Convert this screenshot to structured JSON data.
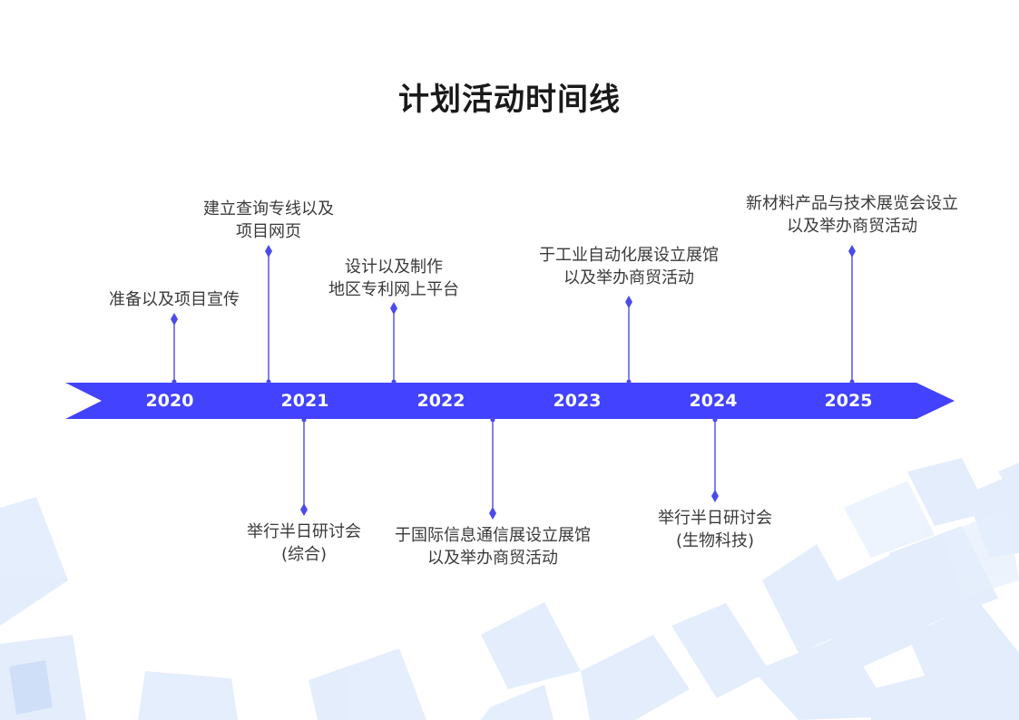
{
  "title": "计划活动时间线",
  "colors": {
    "band": "#4242ff",
    "connector": "#5555ee",
    "text": "#3a3a3a",
    "title": "#1a1a1a"
  },
  "years": [
    "2020",
    "2021",
    "2022",
    "2023",
    "2024",
    "2025"
  ],
  "events": [
    {
      "side": "top",
      "lines": [
        "准备以及项目宣传"
      ]
    },
    {
      "side": "top",
      "lines": [
        "建立查询专线以及",
        "项目网页"
      ]
    },
    {
      "side": "top",
      "lines": [
        "设计以及制作",
        "地区专利网上平台"
      ]
    },
    {
      "side": "top",
      "lines": [
        "于工业自动化展设立展馆",
        "以及举办商贸活动"
      ]
    },
    {
      "side": "top",
      "lines": [
        "新材料产品与技术展览会设立",
        "以及举办商贸活动"
      ]
    },
    {
      "side": "bottom",
      "lines": [
        "举行半日研讨会",
        "(综合)"
      ]
    },
    {
      "side": "bottom",
      "lines": [
        "于国际信息通信展设立展馆",
        "以及举办商贸活动"
      ]
    },
    {
      "side": "bottom",
      "lines": [
        "举行半日研讨会",
        "(生物科技)"
      ]
    }
  ]
}
